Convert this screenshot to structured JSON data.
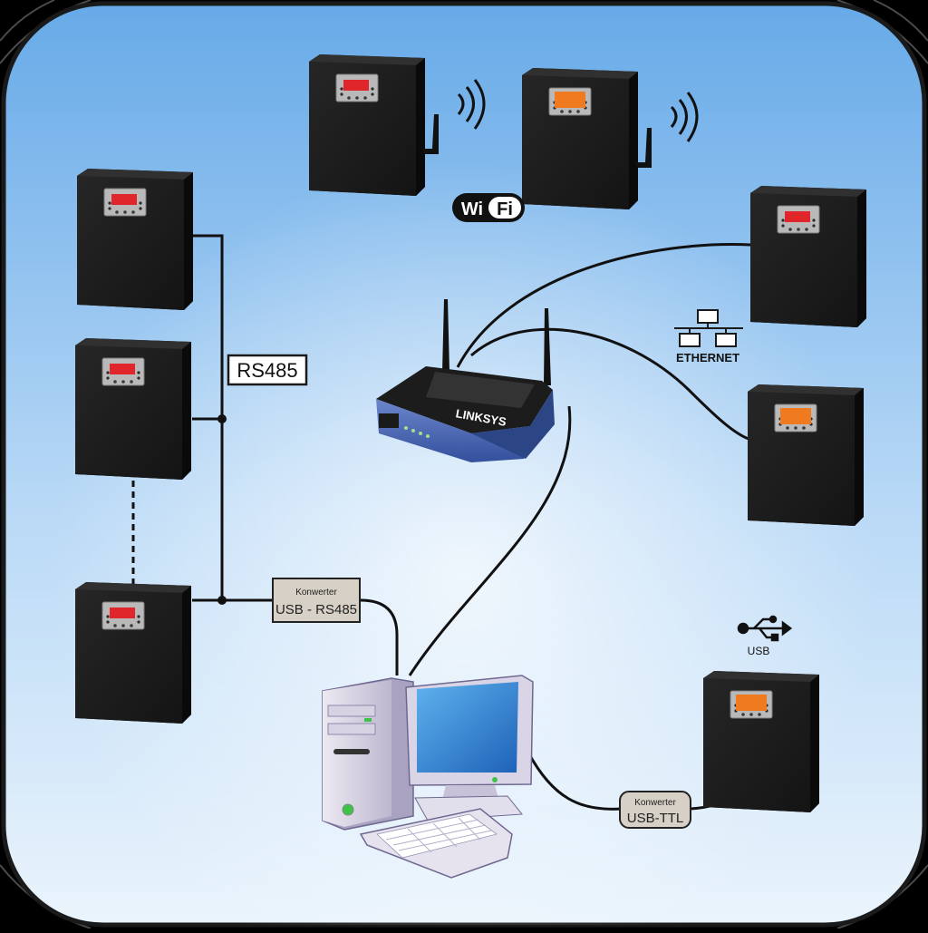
{
  "labels": {
    "rs485": "RS485",
    "wifi_left": "Wi",
    "wifi_right": "Fi",
    "ethernet": "ETHERNET",
    "usb": "USB",
    "router_brand": "LINKSYS"
  },
  "converters": {
    "usb_rs485": {
      "title": "Konwerter",
      "name": "USB - RS485"
    },
    "usb_ttl": {
      "title": "Konwerter",
      "name": "USB-TTL"
    }
  },
  "colors": {
    "background_top": "#6aaee9",
    "background_bottom": "#e3f0fb",
    "enclosure": "#1b1b1b",
    "display_red": "#e0262b",
    "display_orange": "#f07a1f",
    "router": "#4b66b0",
    "converter_fill": "#d6d0c6"
  },
  "icons": [
    "wifi-signal-icon",
    "wifi-logo-icon",
    "ethernet-network-icon",
    "usb-icon",
    "router-icon",
    "desktop-computer-icon"
  ]
}
